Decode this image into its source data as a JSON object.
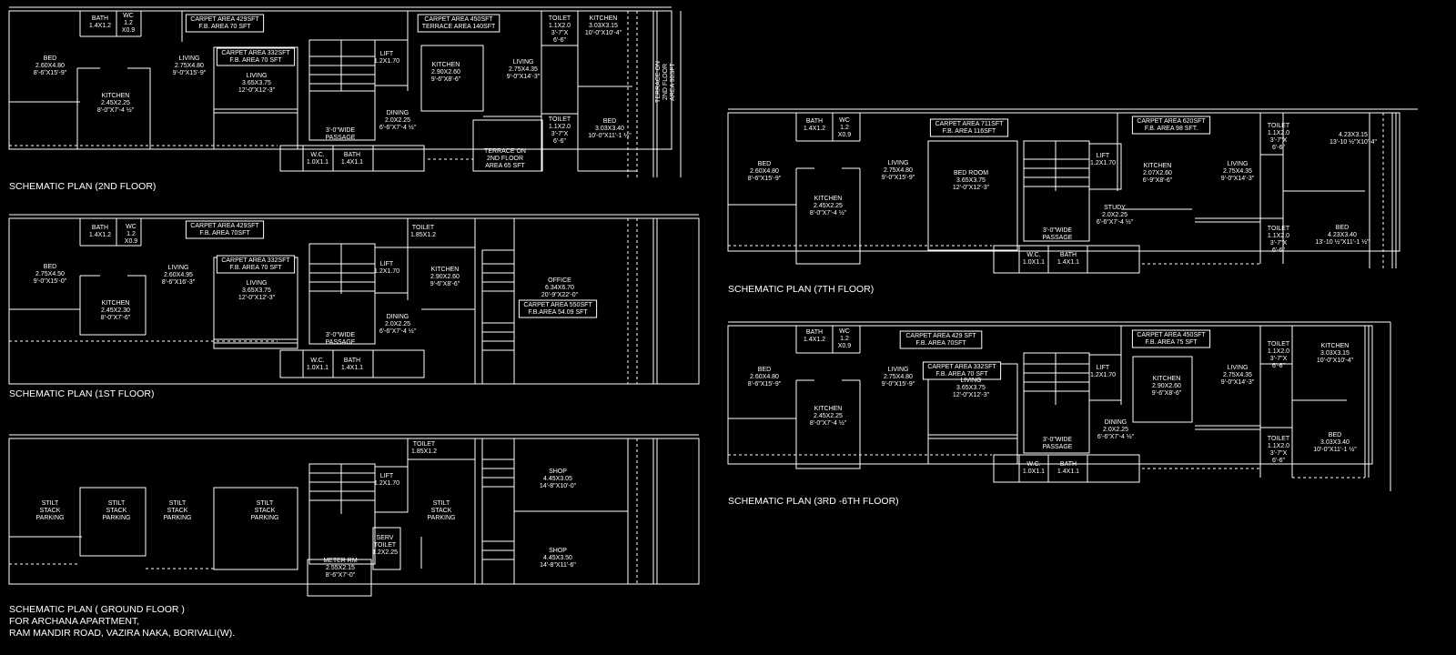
{
  "plans": [
    {
      "id": "second",
      "title": "SCHEMATIC PLAN (2ND  FLOOR)",
      "rooms": [
        {
          "lines": [
            "BATH",
            "1.4X1.2"
          ]
        },
        {
          "lines": [
            "WC",
            "1.2",
            "X0.9"
          ]
        },
        {
          "lines": [
            "CARPET AREA 429SFT",
            "F.B. AREA 70 SFT"
          ],
          "boxed": true
        },
        {
          "lines": [
            "CARPET AREA 450SFT",
            "TERRACE AREA 140SFT"
          ],
          "boxed": true
        },
        {
          "lines": [
            "TOILET",
            "1.1X2.0",
            "3'-7\"X",
            "6'-6\""
          ]
        },
        {
          "lines": [
            "KITCHEN",
            "3.03X3.15",
            "10'-0\"X10'-4\""
          ]
        },
        {
          "lines": [
            "BED",
            "2.60X4.80",
            "8'-6\"X15'-9\""
          ]
        },
        {
          "lines": [
            "LIVING",
            "2.75X4.80",
            "9'-0\"X15'-9\""
          ]
        },
        {
          "lines": [
            "CARPET AREA 332SFT",
            "F.B. AREA 70 SFT"
          ],
          "boxed": true
        },
        {
          "lines": [
            "LIVING",
            "3.65X3.75",
            "12'-0\"X12'-3\""
          ]
        },
        {
          "lines": [
            "LIFT",
            "1.2X1.70"
          ]
        },
        {
          "lines": [
            "KITCHEN",
            "2.90X2.60",
            "9'-6\"X8'-6\""
          ]
        },
        {
          "lines": [
            "LIVING",
            "2.75X4.35",
            "9'-0\"X14'-3\""
          ]
        },
        {
          "lines": [
            "KITCHEN",
            "2.45X2.25",
            "8'-0\"X7'-4 ½\""
          ]
        },
        {
          "lines": [
            "DINING",
            "2.0X2.25",
            "6'-6\"X7'-4 ½\""
          ]
        },
        {
          "lines": [
            "3'-0\"WIDE",
            "PASSAGE"
          ]
        },
        {
          "lines": [
            "TOILET",
            "1.1X2.0",
            "3'-7\"X",
            "6'-6\""
          ]
        },
        {
          "lines": [
            "BED",
            "3.03X3.40",
            "10'-0\"X11'-1 ½\""
          ]
        },
        {
          "lines": [
            "TERRACE ON",
            "2ND FLOOR",
            "AREA 65 SFT"
          ]
        },
        {
          "lines": [
            "W.C.",
            "1.0X1.1"
          ]
        },
        {
          "lines": [
            "BATH",
            "1.4X1.1"
          ]
        },
        {
          "lines": [
            "TERRACE ON",
            "2ND FLOOR",
            "AREA 90SFT"
          ]
        }
      ]
    },
    {
      "id": "first",
      "title": "SCHEMATIC PLAN (1ST FLOOR)",
      "rooms": [
        {
          "lines": [
            "BATH",
            "1.4X1.2"
          ]
        },
        {
          "lines": [
            "WC",
            "1.2",
            "X0.9"
          ]
        },
        {
          "lines": [
            "CARPET AREA 429SFT",
            "F.B. AREA 70SFT"
          ],
          "boxed": true
        },
        {
          "lines": [
            "TOILET",
            "1.85X1.2"
          ]
        },
        {
          "lines": [
            "BED",
            "2.75X4.50",
            "9'-0\"X15'-0\""
          ]
        },
        {
          "lines": [
            "LIVING",
            "2.60X4.95",
            "8'-6\"X16'-3\""
          ]
        },
        {
          "lines": [
            "CARPET AREA 332SFT",
            "F.B. AREA 70 SFT"
          ],
          "boxed": true
        },
        {
          "lines": [
            "LIVING",
            "3.65X3.75",
            "12'-0\"X12'-3\""
          ]
        },
        {
          "lines": [
            "LIFT",
            "1.2X1.70"
          ]
        },
        {
          "lines": [
            "KITCHEN",
            "2.90X2.60",
            "9'-6\"X8'-6\""
          ]
        },
        {
          "lines": [
            "OFFICE",
            "6.34X6.70",
            "20'-9\"X22'-0\""
          ]
        },
        {
          "lines": [
            "CARPET AREA 550SFT",
            "F.B.AREA 54.09 SFT"
          ],
          "boxed": true
        },
        {
          "lines": [
            "KITCHEN",
            "2.45X2.30",
            "8'-0\"X7'-6\""
          ]
        },
        {
          "lines": [
            "DINING",
            "2.0X2.25",
            "6'-6\"X7'-4 ½\""
          ]
        },
        {
          "lines": [
            "3'-0\"WIDE",
            "PASSAGE"
          ]
        },
        {
          "lines": [
            "W.C.",
            "1.0X1.1"
          ]
        },
        {
          "lines": [
            "BATH",
            "1.4X1.1"
          ]
        }
      ]
    },
    {
      "id": "ground",
      "title": "SCHEMATIC PLAN ( GROUND FLOOR )",
      "rooms": [
        {
          "lines": [
            "TOILET",
            "1.85X1.2"
          ]
        },
        {
          "lines": [
            "LIFT",
            "1.2X1.70"
          ]
        },
        {
          "lines": [
            "SHOP",
            "4.45X3.05",
            "14'-8\"X10'-0\""
          ]
        },
        {
          "lines": [
            "STILT",
            "STACK",
            "PARKING"
          ]
        },
        {
          "lines": [
            "STILT",
            "STACK",
            "PARKING"
          ]
        },
        {
          "lines": [
            "STILT",
            "STACK",
            "PARKING"
          ]
        },
        {
          "lines": [
            "STILT",
            "STACK",
            "PARKING"
          ]
        },
        {
          "lines": [
            "STILT",
            "STACK",
            "PARKING"
          ]
        },
        {
          "lines": [
            "SERV",
            "TOILET",
            "1.2X2.25"
          ]
        },
        {
          "lines": [
            "SHOP",
            "4.45X3.50",
            "14'-8\"X11'-6\""
          ]
        },
        {
          "lines": [
            "METER RM",
            "2.55X2.15",
            "8'-6\"X7'-0\""
          ]
        }
      ]
    },
    {
      "id": "seventh",
      "title": "SCHEMATIC PLAN (7TH FLOOR)",
      "rooms": [
        {
          "lines": [
            "BATH",
            "1.4X1.2"
          ]
        },
        {
          "lines": [
            "WC",
            "1.2",
            "X0.9"
          ]
        },
        {
          "lines": [
            "CARPET AREA 711SFT",
            "F.B. AREA 116SFT"
          ],
          "boxed": true
        },
        {
          "lines": [
            "CARPET AREA 620SFT",
            "F.B. AREA 98 SFT."
          ],
          "boxed": true
        },
        {
          "lines": [
            "TOILET",
            "1.1X2.0",
            "3'-7\"X",
            "6'-6\""
          ]
        },
        {
          "lines": [
            "4.23X3.15",
            "13'-10 ½\"X10'-4\""
          ]
        },
        {
          "lines": [
            "BED",
            "2.60X4.80",
            "8'-6\"X15'-9\""
          ]
        },
        {
          "lines": [
            "LIVING",
            "2.75X4.80",
            "9'-0\"X15'-9\""
          ]
        },
        {
          "lines": [
            "BED ROOM",
            "3.65X3.75",
            "12'-0\"X12'-3\""
          ]
        },
        {
          "lines": [
            "LIFT",
            "1.2X1.70"
          ]
        },
        {
          "lines": [
            "KITCHEN",
            "2.07X2.60",
            "6'-9\"X8'-6\""
          ]
        },
        {
          "lines": [
            "LIVING",
            "2.75X4.35",
            "9'-0\"X14'-3\""
          ]
        },
        {
          "lines": [
            "KITCHEN",
            "2.45X2.25",
            "8'-0\"X7'-4 ½\""
          ]
        },
        {
          "lines": [
            "STUDY",
            "2.0X2.25",
            "6'-6\"X7'-4 ½\""
          ]
        },
        {
          "lines": [
            "TOILET",
            "1.1X2.0",
            "3'-7\"X",
            "6'-6\""
          ]
        },
        {
          "lines": [
            "BED",
            "4.23X3.40",
            "13'-10 ½\"X11'-1 ½\""
          ]
        },
        {
          "lines": [
            "3'-0\"WIDE",
            "PASSAGE"
          ]
        },
        {
          "lines": [
            "W.C.",
            "1.0X1.1"
          ]
        },
        {
          "lines": [
            "BATH",
            "1.4X1.1"
          ]
        }
      ]
    },
    {
      "id": "third",
      "title": "SCHEMATIC PLAN (3RD -6TH FLOOR)",
      "rooms": [
        {
          "lines": [
            "BATH",
            "1.4X1.2"
          ]
        },
        {
          "lines": [
            "WC",
            "1.2",
            "X0.9"
          ]
        },
        {
          "lines": [
            "CARPET AREA 429 SFT",
            "F.B. AREA 70SFT"
          ],
          "boxed": true
        },
        {
          "lines": [
            "CARPET AREA 450SFT",
            "F.B. AREA 75 SFT"
          ],
          "boxed": true
        },
        {
          "lines": [
            "TOILET",
            "1.1X2.0",
            "3'-7\"X",
            "6'-6\""
          ]
        },
        {
          "lines": [
            "KITCHEN",
            "3.03X3.15",
            "10'-0\"X10'-4\""
          ]
        },
        {
          "lines": [
            "BED",
            "2.60X4.80",
            "8'-6\"X15'-9\""
          ]
        },
        {
          "lines": [
            "LIVING",
            "2.75X4.80",
            "9'-0\"X15'-9\""
          ]
        },
        {
          "lines": [
            "CARPET AREA 332SFT",
            "F.B. AREA 70 SFT"
          ],
          "boxed": true
        },
        {
          "lines": [
            "LIVING",
            "3.65X3.75",
            "12'-0\"X12'-3\""
          ]
        },
        {
          "lines": [
            "LIFT",
            "1.2X1.70"
          ]
        },
        {
          "lines": [
            "KITCHEN",
            "2.90X2.60",
            "9'-6\"X8'-6\""
          ]
        },
        {
          "lines": [
            "LIVING",
            "2.75X4.35",
            "9'-0\"X14'-3\""
          ]
        },
        {
          "lines": [
            "KITCHEN",
            "2.45X2.25",
            "8'-0\"X7'-4 ½\""
          ]
        },
        {
          "lines": [
            "DINING",
            "2.0X2.25",
            "6'-6\"X7'-4 ½\""
          ]
        },
        {
          "lines": [
            "TOILET",
            "1.1X2.0",
            "3'-7\"X",
            "6'-6\""
          ]
        },
        {
          "lines": [
            "BED",
            "3.03X3.40",
            "10'-0\"X11'-1 ½\""
          ]
        },
        {
          "lines": [
            "3'-0\"WIDE",
            "PASSAGE"
          ]
        },
        {
          "lines": [
            "W.C.",
            "1.0X1.1"
          ]
        },
        {
          "lines": [
            "BATH",
            "1.4X1.1"
          ]
        }
      ]
    }
  ],
  "project": {
    "line1": "FOR ARCHANA APARTMENT,",
    "line2": "RAM MANDIR ROAD, VAZIRA NAKA, BORIVALI(W)."
  }
}
